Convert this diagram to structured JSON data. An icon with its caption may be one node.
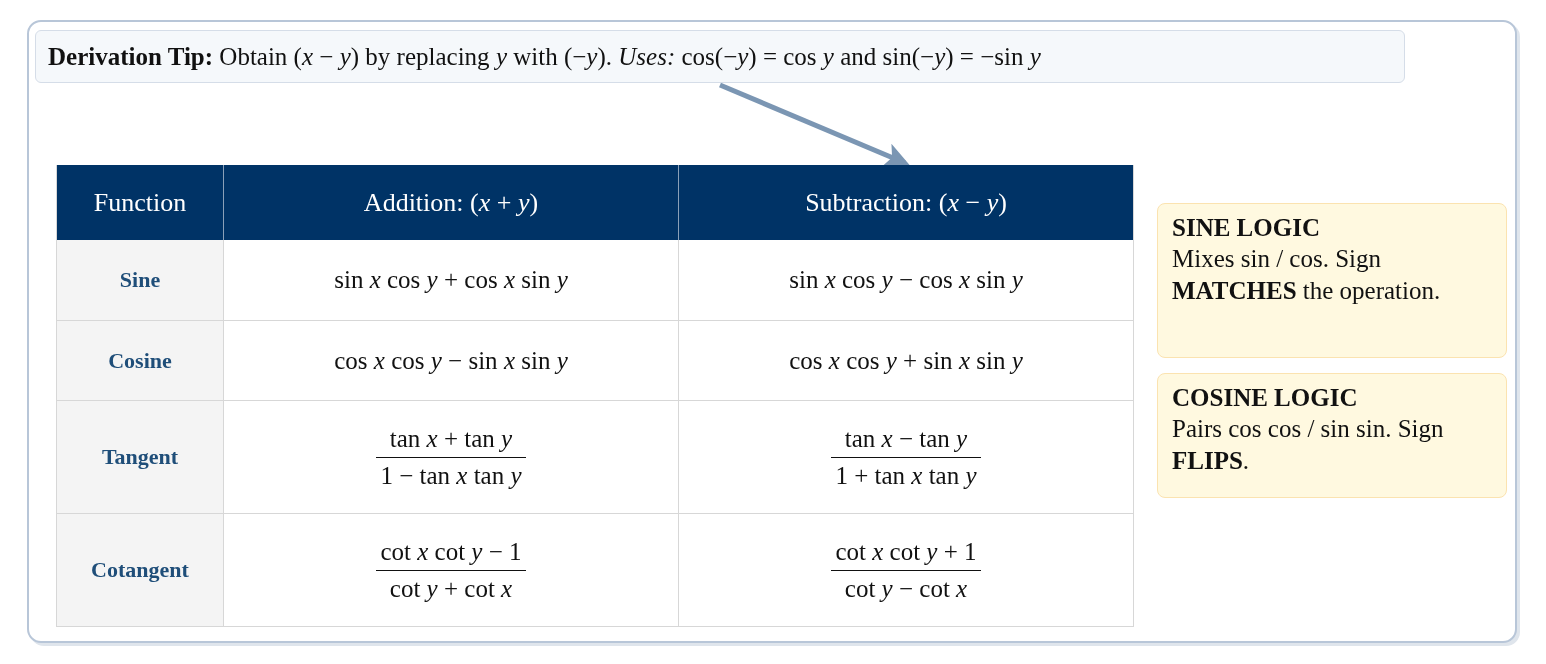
{
  "diagram": {
    "nodes": [
      {
        "text": [
          "**Derivation Tip:** Obtain (*x* − *y*) by replacing *y* with (−*y*). *Uses:* cos(−*y*) = cos *y* and sin(−*y*) = −sin *y*"
        ]
      },
      {
        "text": [
          "Subtraction: (*x* − *y*)"
        ]
      },
      {
        "text": [
          "SINE LOGIC",
          "Mixes sin / cos. Sign **MATCHES** the operation."
        ]
      },
      {
        "text": [
          "COSINE LOGIC",
          "Pairs cos cos / sin sin. Sign **FLIPS**."
        ]
      }
    ],
    "edges": [
      {
        "from": 0,
        "to": 1,
        "arrow": "to"
      }
    ],
    "labels": [
      "Function",
      "Addition: (*x* + *y*)",
      "Sine",
      "sin *x* cos *y* + cos *x* sin *y*",
      "sin *x* cos *y* − cos *x* sin *y*",
      "Cosine",
      "cos *x* cos *y* − sin *x* sin *y*",
      "cos *x* cos *y* + sin *x* sin *y*",
      "Tangent",
      "tan *x* + tan *y*",
      "1 − tan *x* tan *y*",
      "tan *x* − tan *y*",
      "1 + tan *x* tan *y*",
      "Cotangent",
      "cot *x* cot *y* − 1",
      "cot *y* + cot *x*",
      "cot *x* cot *y* + 1",
      "cot *y* − cot *x*"
    ]
  }
}
